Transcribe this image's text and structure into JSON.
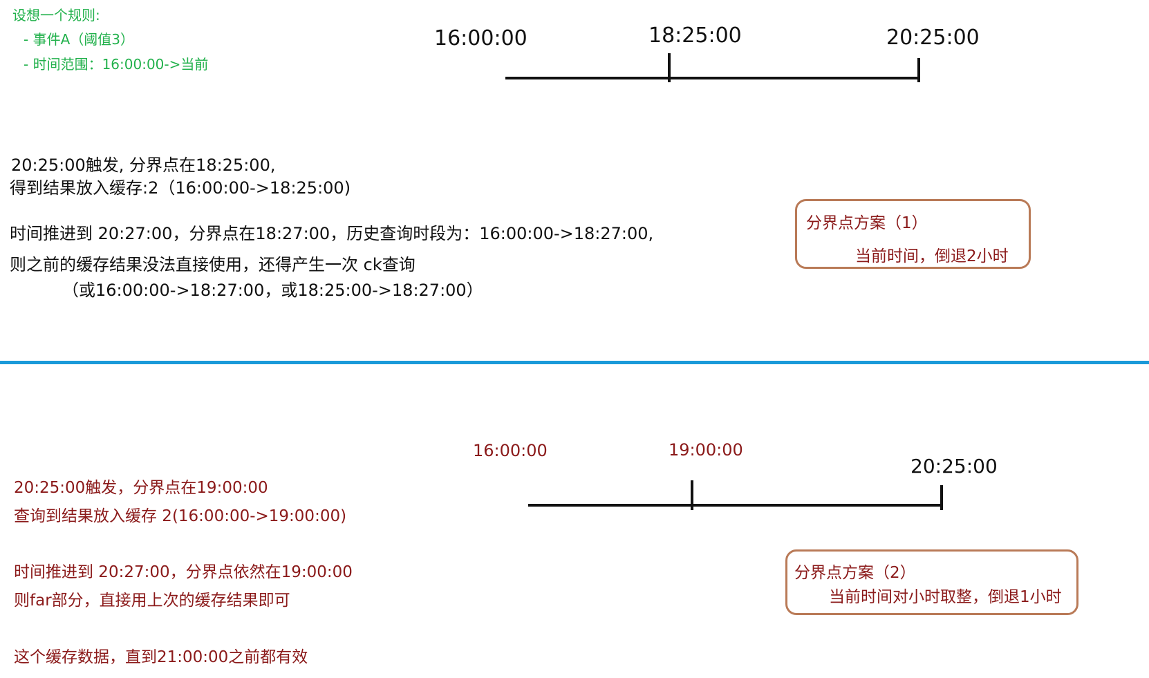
{
  "rule": {
    "title": "设想一个规则:",
    "item1": "- 事件A（阈值3）",
    "item2": "- 时间范围：16:00:00->当前"
  },
  "timeline1": {
    "start": "16:00:00",
    "mid": "18:25:00",
    "end": "20:25:00"
  },
  "section1": {
    "line1": "20:25:00触发, 分界点在18:25:00,",
    "line2": "得到结果放入缓存:2（16:00:00->18:25:00)",
    "line3": "时间推进到 20:27:00，分界点在18:27:00，历史查询时段为：16:00:00->18:27:00,",
    "line4": "则之前的缓存结果没法直接使用，还得产生一次 ck查询",
    "line5": "（或16:00:00->18:27:00，或18:25:00->18:27:00）"
  },
  "box1": {
    "title": "分界点方案（1）",
    "subtitle": "当前时间，倒退2小时"
  },
  "timeline2": {
    "start": "16:00:00",
    "mid": "19:00:00",
    "end": "20:25:00"
  },
  "section2": {
    "line1": "20:25:00触发，分界点在19:00:00",
    "line2": "查询到结果放入缓存 2(16:00:00->19:00:00)",
    "line3": "时间推进到 20:27:00，分界点依然在19:00:00",
    "line4": "则far部分，直接用上次的缓存结果即可",
    "line5": "这个缓存数据，直到21:00:00之前都有效"
  },
  "box2": {
    "title": "分界点方案（2）",
    "subtitle": "当前时间对小时取整，倒退1小时"
  },
  "colors": {
    "green": "#22b14c",
    "darkred": "#8b1a1a",
    "box_border": "#b97a57",
    "divider": "#1a9ad9"
  }
}
